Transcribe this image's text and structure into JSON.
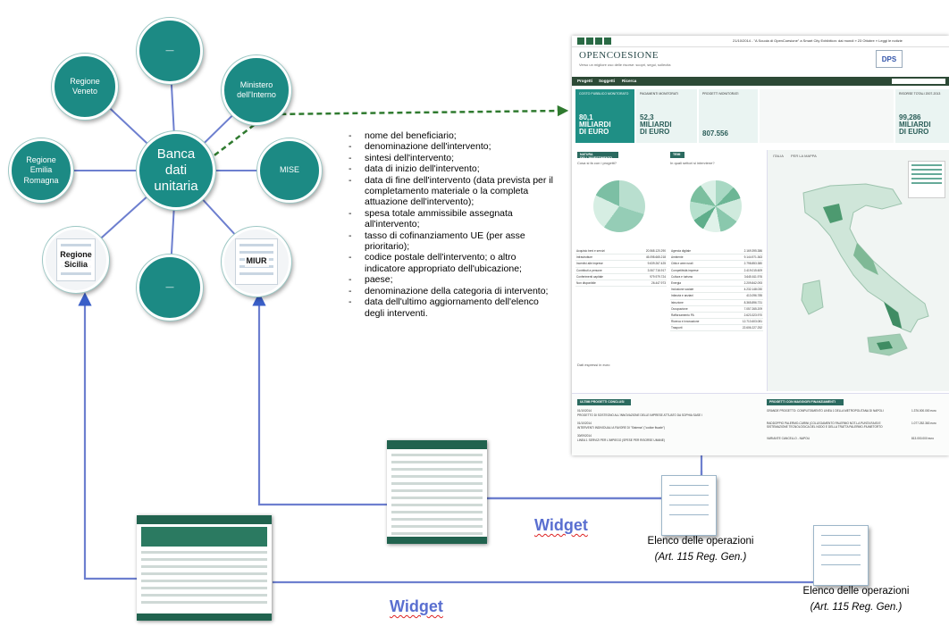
{
  "hub": {
    "center": "Banca\ndati\nunitaria",
    "nodes": [
      {
        "label": "—"
      },
      {
        "label": "Ministero\ndell'Interno"
      },
      {
        "label": "MISE"
      },
      {
        "label": "MIUR"
      },
      {
        "label": "—"
      },
      {
        "label": "Regione\nSicilia"
      },
      {
        "label": "Regione\nEmilia\nRomagna"
      },
      {
        "label": "Regione\nVeneto"
      }
    ]
  },
  "fields": [
    "nome del beneficiario;",
    "denominazione dell'intervento;",
    "sintesi dell'intervento;",
    "data di inizio dell'intervento;",
    "data di fine dell'intervento (data prevista per il completamento materiale o la completa attuazione dell'intervento);",
    "spesa totale ammissibile assegnata all'intervento;",
    "tasso di cofinanziamento UE (per asse prioritario);",
    "codice postale dell'intervento; o altro indicatore appropriato dell'ubicazione;",
    "paese;",
    "denominazione della categoria di intervento;",
    "data dell'ultimo aggiornamento dell'elenco degli interventi."
  ],
  "site": {
    "brand": "OPENCOESIONE",
    "tagline": "Verso un migliore uso delle risorse: scopri, segui, sollecita",
    "news": "21/10/2014 - \"A Scuola di OpenCoesione\" a Smart City Exhibition: dai mondi » 23 Ottobre » Leggi le notizie",
    "dps": "DPS",
    "nav": [
      "Progetti",
      "Soggetti",
      "Ricerca"
    ],
    "stats": [
      {
        "label": "COSTO PUBBLICO MONITORATO",
        "value": "80,1\nMILIARDI\nDI EURO"
      },
      {
        "label": "PAGAMENTI MONITORATI",
        "value": "52,3\nMILIARDI\nDI EURO",
        "side": "807.556"
      },
      {
        "label": "PROGETTI MONITORATI",
        "value": ""
      },
      {
        "label": "RISORSE TOTALI 2007-2013",
        "value": "99,286\nMILIARDI\nDI EURO"
      }
    ],
    "section_nature": "NATURA DELL'INVESTIMENTO",
    "section_theme": "TEMI",
    "q1": "Cosa si fa con i progetti?",
    "q2": "In quali settori si interviene?",
    "map_tabs": [
      "ITALIA",
      "PER LA MAPPA"
    ],
    "table1": [
      [
        "Acquisto beni e servizi",
        "20.568.120.290"
      ],
      [
        "Infrastrutture",
        "45.098.665.218"
      ],
      [
        "Incentivi alle imprese",
        "9.639.267.425"
      ],
      [
        "Contributi a persone",
        "3.067.716.917"
      ],
      [
        "Conferimenti capitale",
        "979.979.724"
      ],
      [
        "Non disponibile",
        "26.447.973"
      ]
    ],
    "table2": [
      [
        "Agenda digitale",
        "2.169.395.386"
      ],
      [
        "Ambiente",
        "9.144.971.363"
      ],
      [
        "Città e aree rurali",
        "2.798.853.380"
      ],
      [
        "Competitività imprese",
        "2.419.015.609"
      ],
      [
        "Cultura e turismo",
        "3.645.611.976"
      ],
      [
        "Energia",
        "2.209.842.093"
      ],
      [
        "Inclusione sociale",
        "4.232.148.030"
      ],
      [
        "Infanzia e anziani",
        "413.096.785"
      ],
      [
        "Istruzione",
        "8.365.896.731"
      ],
      [
        "Occupazione",
        "7.057.265.209"
      ],
      [
        "Rafforzamento PA",
        "2.623.323.970"
      ],
      [
        "Ricerca e innovazione",
        "12.713.603.081"
      ],
      [
        "Trasporti",
        "22.606.227.252"
      ]
    ],
    "unit_note": "Dati espressi in euro",
    "footer_left_title": "ULTIMI PROGETTI CONCLUSI",
    "footer_right_title": "PROGETTI CON MAGGIORI FINANZIAMENTI",
    "footer_left": [
      "01/10/2014",
      "PROGETTO DI SOSTEGNO ALL'INNOVAZIONE DELLE IMPRESE ATTUATO DA SOPHIA SASE I",
      "01/10/2014",
      "INTERVENTI INDIVIDUALI A FAVORE DI \"Sistema\" (\"codice fiscale\")",
      "30/09/2014",
      "LINEA 1 SERVIZI PER L'IMPIEGO (SPESE PER RISORSE UMANE)"
    ],
    "footer_right": [
      [
        "GRANDE PROGETTO: COMPLETAMENTO LINEA 1 DELLA METROPOLITANA DI NAPOLI",
        "1.376.000.000 euro"
      ],
      [
        "RADDOPPIO PALERMO-CARINI (COLLEGAMENTO PALERMO NOT-LA PUNTA RAISI E SISTEMAZIONE TECNOLOGICA DEL NODO E DELLA TRATTA PALERMO-FIUMETORTO",
        "1.077.252.363 euro"
      ],
      [
        "VARIANTE CANCELLO - NAPOLI",
        "813.000.000 euro"
      ]
    ]
  },
  "widgets": [
    {
      "label": "Widget"
    },
    {
      "label": "Widget"
    }
  ],
  "elenchi": [
    {
      "title": "Elenco delle operazioni",
      "ref": "(Art. 115 Reg. Gen.)"
    },
    {
      "title": "Elenco delle operazioni",
      "ref": "(Art. 115  Reg. Gen.)"
    }
  ],
  "colors": {
    "node": "#1c8a84",
    "connector": "#6d7fcf",
    "arrow_dashed": "#2f7a2f",
    "widget_label": "#5a6fd0"
  }
}
